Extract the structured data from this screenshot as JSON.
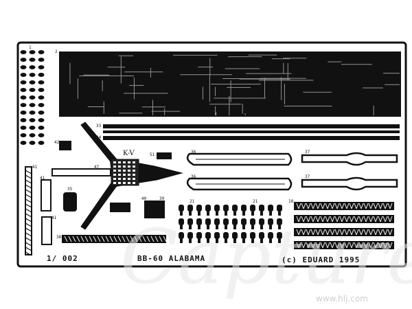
{
  "fret": {
    "scale_text": "1/ 002",
    "model_text": "BB-60 ALABAMA",
    "copyright_text": "(c) EDUARD 1995",
    "kv_text": "K-V",
    "part_numbers": {
      "n1": "1",
      "n2": "2",
      "n3": "33",
      "n4": "34",
      "n5": "42",
      "n6": "47",
      "n7": "51",
      "n8": "36",
      "n9": "36",
      "n10": "37",
      "n11": "37",
      "n12": "41",
      "n13": "41",
      "n14": "41",
      "n15": "35",
      "n16": "39",
      "n17": "38",
      "n18": "21",
      "n19": "21",
      "n20": "18",
      "n21": "40"
    }
  },
  "watermark": {
    "brand_text": "Capture",
    "url_text": "www.hlj.com"
  },
  "colors": {
    "etch": "#111111",
    "background": "#ffffff",
    "watermark": "#e6e6e6"
  }
}
